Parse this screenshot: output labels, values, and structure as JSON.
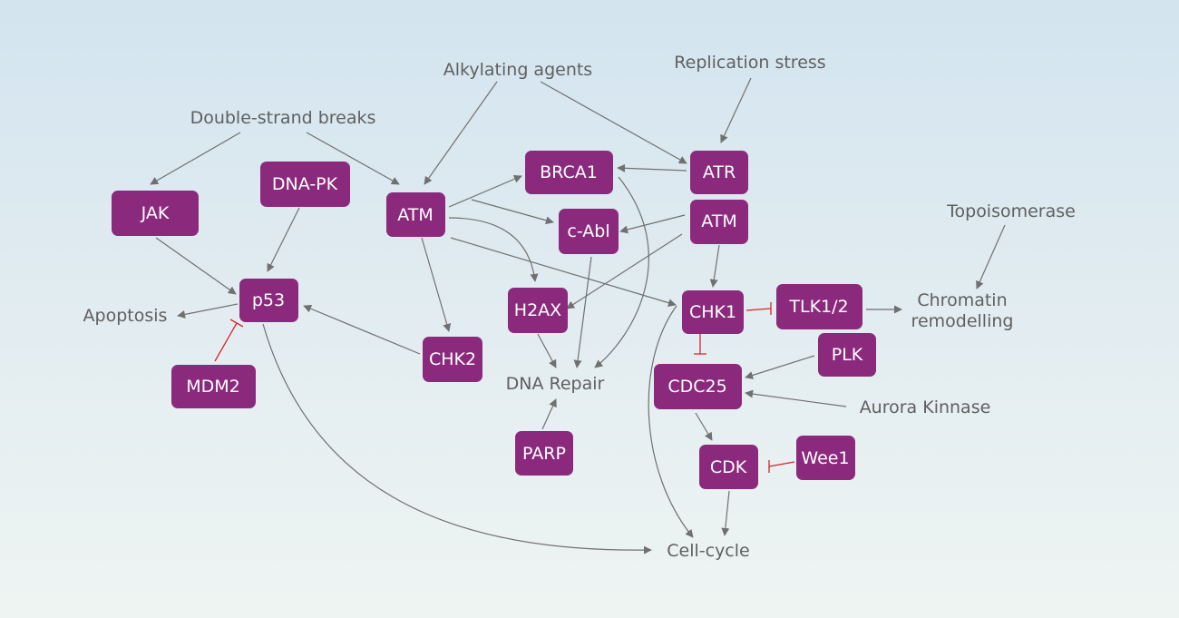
{
  "nodes": {
    "jak": "JAK",
    "dnapk": "DNA-PK",
    "atm_left": "ATM",
    "brca1": "BRCA1",
    "atr": "ATR",
    "atm_right": "ATM",
    "cabl": "c-Abl",
    "p53": "p53",
    "h2ax": "H2AX",
    "chk1": "CHK1",
    "tlk": "TLK1/2",
    "chk2": "CHK2",
    "plk": "PLK",
    "mdm2": "MDM2",
    "cdc25": "CDC25",
    "parp": "PARP",
    "cdk": "CDK",
    "wee1": "Wee1"
  },
  "labels": {
    "alkylating": "Alkylating agents",
    "replication": "Replication stress",
    "dsb": "Double-strand breaks",
    "topo": "Topoisomerase",
    "apoptosis": "Apoptosis",
    "chromatin_line1": "Chromatin",
    "chromatin_line2": "remodelling",
    "dna_repair": "DNA Repair",
    "aurora": "Aurora Kinnase",
    "cellcycle": "Cell-cycle"
  },
  "colors": {
    "node_fill": "#8b2a7d",
    "node_text": "#ffffff",
    "label_text": "#5f5f5f",
    "activation_line": "#707070",
    "inhibition_line": "#d8232a"
  }
}
